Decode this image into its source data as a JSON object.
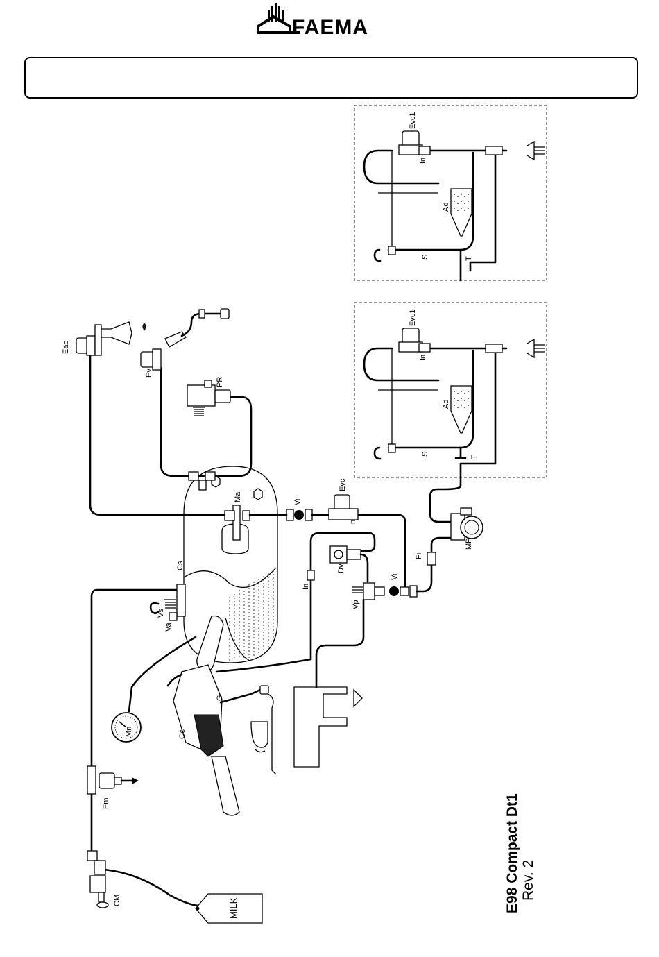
{
  "brand": {
    "name": "FAEMA"
  },
  "header_box": {
    "text": ""
  },
  "model": {
    "name": "E98 Compact Dt1",
    "revision": "Rev. 2"
  },
  "labels": {
    "evc1_top": "Evc1",
    "in_top": "In",
    "ad_top": "Ad",
    "s_top": "S",
    "t_top": "T",
    "evc1_bottom": "Evc1",
    "in_bottom": "In",
    "ad_bottom": "Ad",
    "s_bottom": "S",
    "t_bottom": "T",
    "eac": "Eac",
    "ev": "Ev",
    "pr": "PR",
    "ma": "Ma",
    "vr_upper": "Vr",
    "evc": "Evc",
    "in_evc": "In",
    "cs": "Cs",
    "vs": "Vs",
    "va": "Va",
    "dv": "Dv",
    "in_left": "In",
    "vr_lower": "Vr",
    "vp": "Vp",
    "fi": "Fi",
    "mp": "MP",
    "mn": "Mn",
    "g": "G",
    "gc": "Gc",
    "em": "Em",
    "cm": "CM",
    "milk": "MILK"
  },
  "colors": {
    "line": "#000000",
    "background": "#ffffff",
    "panel_border": "#555555"
  }
}
